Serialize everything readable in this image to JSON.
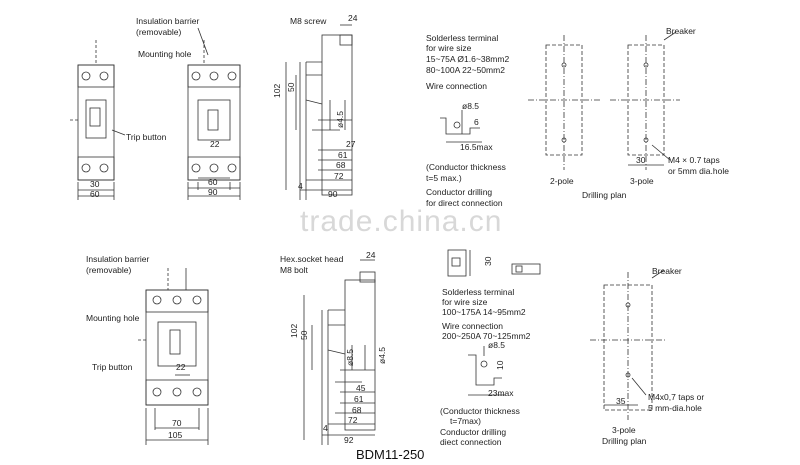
{
  "top_left": {
    "insulation_barrier": "Insulation barrier",
    "removable": "(removable)",
    "mounting_hole": "Mounting hole",
    "trip_button": "Trip button",
    "dims": {
      "d30": "30",
      "d60": "60",
      "d22": "22",
      "d60b": "60",
      "d90": "90"
    }
  },
  "top_side": {
    "screw": "M8 screw",
    "dims": {
      "d24": "24",
      "d102": "102",
      "d50": "50",
      "d4_5": "ø4.5",
      "d27": "27",
      "d61": "61",
      "d68": "68",
      "d72": "72",
      "d90": "90",
      "d4": "4"
    }
  },
  "top_terminal": {
    "lines": [
      "Solderless terminal",
      "for wire size",
      "15~75A  Ø1.6~38mm2",
      "80~100A  22~50mm2"
    ],
    "wire_connection": "Wire connection",
    "d8_5": "ø8.5",
    "d6": "6",
    "d16_5": "16.5max",
    "conductor": [
      "(Conductor thickness",
      "t=5 max.)"
    ],
    "drilling": [
      "Conductor drilling",
      "for direct connection"
    ]
  },
  "top_drill": {
    "breaker": "Breaker",
    "pole2": "2-pole",
    "pole3": "3-pole",
    "plan": "Drilling plan",
    "d30": "30",
    "taps": [
      "M4 × 0.7 taps",
      "or 5mm dia.hole"
    ]
  },
  "bottom_left": {
    "insulation_barrier": "Insulation barrier",
    "removable": "(removable)",
    "mounting_hole": "Mounting hole",
    "trip_button": "Trip button",
    "dims": {
      "d22": "22",
      "d70": "70",
      "d105": "105"
    }
  },
  "bottom_side": {
    "hex": "Hex.socket head",
    "bolt": "M8 bolt",
    "dims": {
      "d24": "24",
      "d102": "102",
      "d50": "50",
      "d8_5": "ø8.5",
      "d4_5": "ø4.5",
      "d45": "45",
      "d61": "61",
      "d68": "68",
      "d72": "72",
      "d92": "92",
      "d4": "4"
    }
  },
  "bottom_terminal": {
    "d30": "30",
    "lines": [
      "Solderless terminal",
      "for wire size",
      "100~175A  14~95mm2"
    ],
    "wire": [
      "Wire connection",
      "200~250A  70~125mm2"
    ],
    "d8_5": "ø8.5",
    "d10": "10",
    "d23": "23max",
    "conductor": [
      "(Conductor thickness",
      "t=7max)"
    ],
    "drilling": [
      "Conductor drilling",
      "diect connection"
    ]
  },
  "bottom_drill": {
    "breaker": "Breaker",
    "d35": "35",
    "taps": [
      "M4x0,7 taps or",
      "5 mm-dia.hole"
    ],
    "pole3": "3-pole",
    "plan": "Drilling plan"
  },
  "model": "BDM11-250",
  "watermark": "trade.china.cn"
}
